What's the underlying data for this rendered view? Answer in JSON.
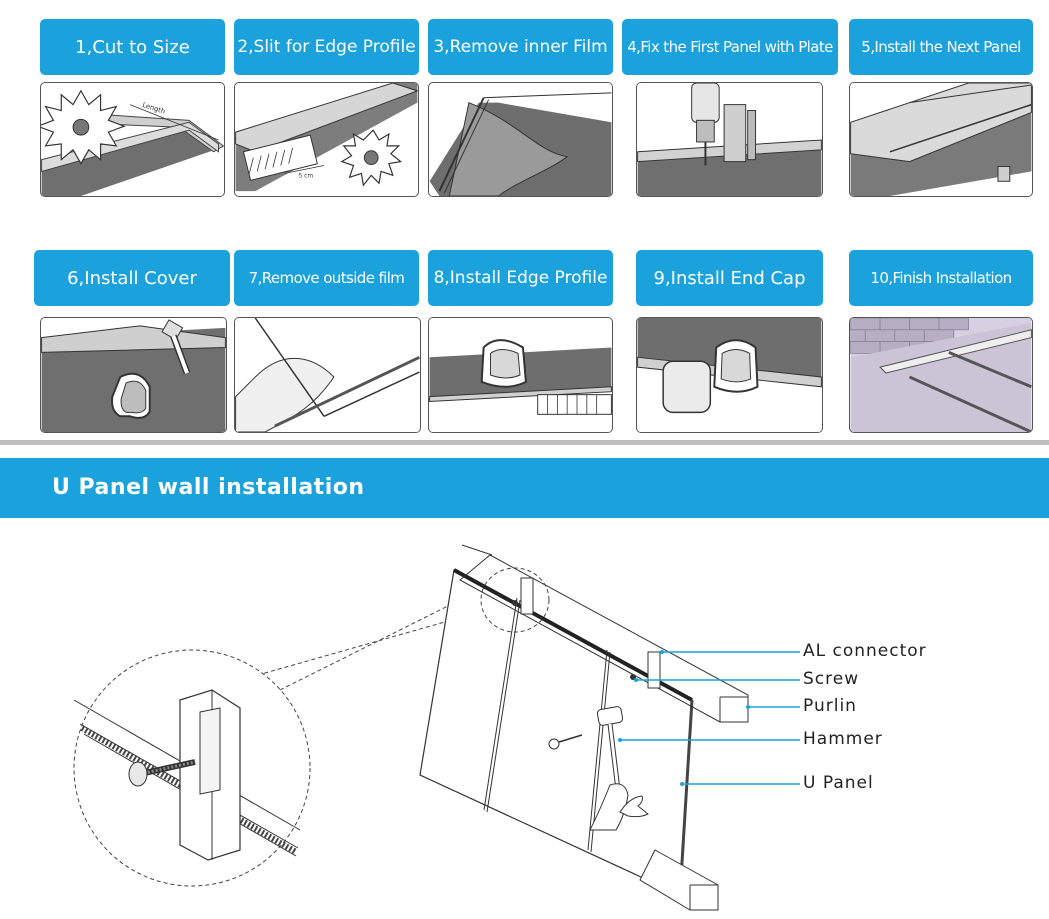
{
  "steps": [
    {
      "label": "1,Cut to Size",
      "icon": "saw-cutting-icon"
    },
    {
      "label": "2,Slit for Edge Profile",
      "icon": "slit-edge-icon"
    },
    {
      "label": "3,Remove inner Film",
      "icon": "film-peel-icon"
    },
    {
      "label": "4,Fix the First Panel with Plate",
      "icon": "drill-icon"
    },
    {
      "label": "5,Install the Next Panel",
      "icon": "panels-icon"
    },
    {
      "label": "6,Install Cover",
      "icon": "mallet-cover-icon"
    },
    {
      "label": "7,Remove outside film",
      "icon": "film-peel-icon"
    },
    {
      "label": "8,Install Edge Profile",
      "icon": "edge-profile-icon"
    },
    {
      "label": "9,Install End Cap",
      "icon": "end-cap-icon"
    },
    {
      "label": "10,Finish Installation",
      "icon": "finished-roof-icon"
    }
  ],
  "step_annotations": {
    "length": "Length",
    "gap": "5 cm"
  },
  "section": {
    "title": "U Panel wall installation"
  },
  "callouts": [
    {
      "label": "AL connector"
    },
    {
      "label": "Screw"
    },
    {
      "label": "Purlin"
    },
    {
      "label": "Hammer"
    },
    {
      "label": "U Panel"
    }
  ],
  "colors": {
    "accent": "#1ba2dc",
    "divider": "#bfbfbf",
    "panel_gray": "#7a7a7a"
  }
}
